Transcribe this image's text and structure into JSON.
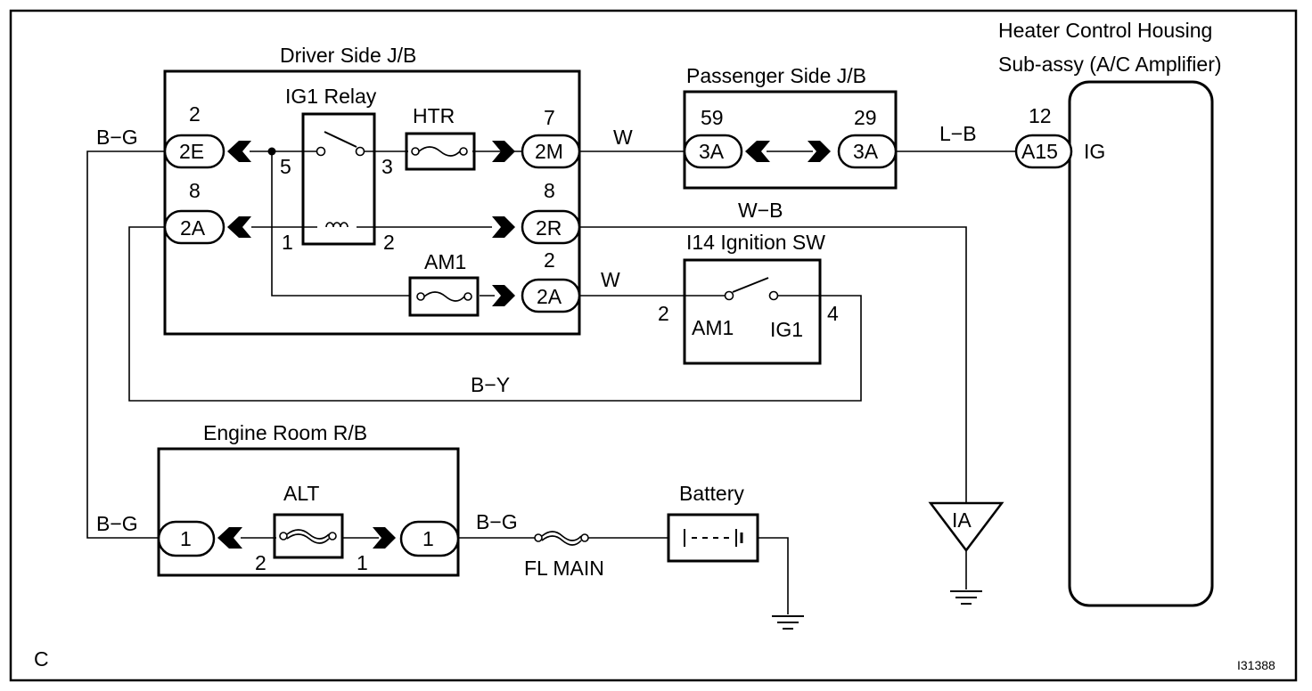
{
  "frame": {
    "corner_label": "C",
    "figure_id": "I31388"
  },
  "driver_jb": {
    "title": "Driver Side J/B",
    "relay_title": "IG1 Relay",
    "fuse_htr": "HTR",
    "fuse_am1": "AM1",
    "conn_2e": {
      "pin": "2",
      "label": "2E"
    },
    "conn_2a_left": {
      "pin": "8",
      "label": "2A"
    },
    "conn_2m": {
      "pin": "7",
      "label": "2M"
    },
    "conn_2r": {
      "pin": "8",
      "label": "2R"
    },
    "conn_2a_right": {
      "pin": "2",
      "label": "2A"
    },
    "relay_pins": {
      "p5": "5",
      "p3": "3",
      "p1": "1",
      "p2": "2"
    }
  },
  "passenger_jb": {
    "title": "Passenger Side J/B",
    "conn_left": {
      "pin": "59",
      "label": "3A"
    },
    "conn_right": {
      "pin": "29",
      "label": "3A"
    }
  },
  "ignition_sw": {
    "title": "I14 Ignition SW",
    "am1": "AM1",
    "ig1": "IG1",
    "pin_left": "2",
    "pin_right": "4"
  },
  "heater": {
    "title_line1": "Heater Control Housing",
    "title_line2": "Sub-assy (A/C Amplifier)",
    "pin": "12",
    "conn_label": "A15",
    "terminal": "IG"
  },
  "engine_rb": {
    "title": "Engine Room R/B",
    "fuse_alt": "ALT",
    "conn_left": "1",
    "conn_right": "1",
    "pin_left": "2",
    "pin_right": "1"
  },
  "battery": {
    "title": "Battery",
    "fl_main": "FL MAIN"
  },
  "ground_ia": "IA",
  "wires": {
    "bg_top": "B−G",
    "w_1": "W",
    "lb": "L−B",
    "wb": "W−B",
    "w_2": "W",
    "by": "B−Y",
    "bg_left": "B−G",
    "bg_right": "B−G"
  }
}
